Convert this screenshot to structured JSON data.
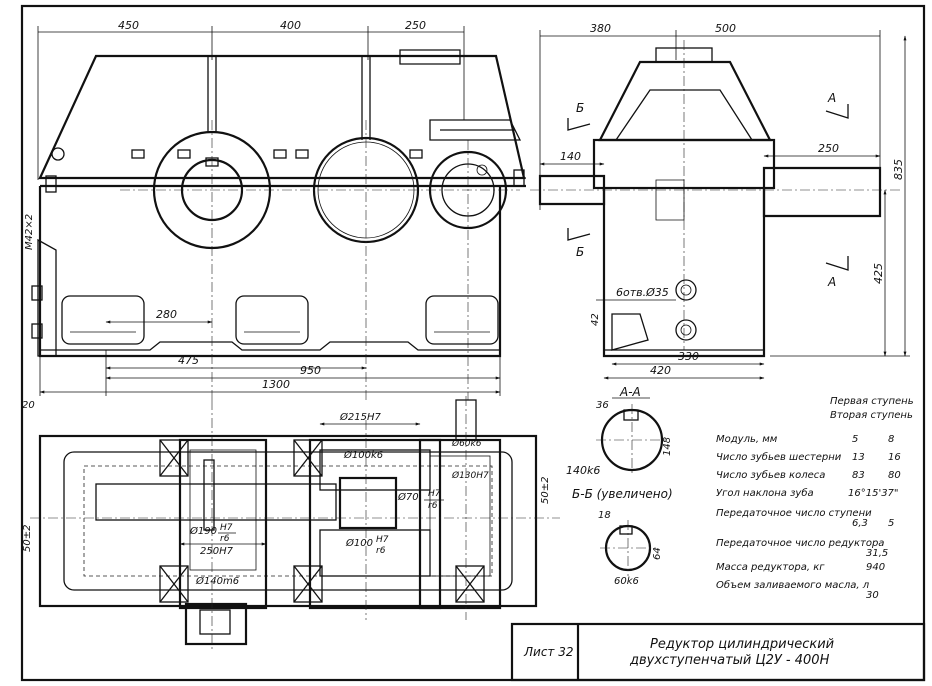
{
  "title_block": {
    "sheet_label": "Лист 32",
    "title_line1": "Редуктор цилиндрический",
    "title_line2": "двухступенчатый Ц2У - 400Н"
  },
  "front_view": {
    "dims_top": [
      "450",
      "400",
      "250"
    ],
    "dims_bottom": [
      "280",
      "475",
      "950",
      "1300"
    ],
    "dim_left_thread": "М42×2",
    "dim_left_offset": "20"
  },
  "side_view": {
    "dims_top": [
      "380",
      "500"
    ],
    "dim_shaft_left": "140",
    "dim_shaft_right": "250",
    "dims_right": [
      "835",
      "425"
    ],
    "holes_label": "6отв.Ø35",
    "dim_42": "42",
    "dims_bottom": [
      "330",
      "420"
    ],
    "section_mark_b": "Б",
    "section_mark_a": "А"
  },
  "plan_view": {
    "labels": [
      "Ø215H7",
      "Ø100k6",
      "Ø60k6",
      "Ø130H7",
      "Ø70",
      "H7",
      "r6",
      "Ø190",
      "H7",
      "r6",
      "250H7",
      "Ø140m6",
      "Ø100",
      "H7",
      "r6",
      "50±2",
      "50±2"
    ]
  },
  "section_aa": {
    "title": "А-А",
    "dims": [
      "36",
      "148",
      "140k6"
    ]
  },
  "section_bb": {
    "title": "Б-Б (увеличено)",
    "dims": [
      "18",
      "64",
      "60k6"
    ]
  },
  "spec_table": {
    "header_col1": "Первая ступень",
    "header_col2": "Вторая ступень",
    "rows": [
      {
        "label": "Модуль, мм",
        "v1": "5",
        "v2": "8"
      },
      {
        "label": "Число зубьев шестерни",
        "v1": "13",
        "v2": "16"
      },
      {
        "label": "Число зубьев колеса",
        "v1": "83",
        "v2": "80"
      },
      {
        "label": "Угол наклона зуба",
        "v1": "16°15'37\"",
        "v2": ""
      },
      {
        "label": "Передаточное число ступени",
        "v1": "6,3",
        "v2": "5"
      },
      {
        "label": "Передаточное число редуктора",
        "v1": "31,5",
        "v2": ""
      },
      {
        "label": "Масса редуктора, кг",
        "v1": "940",
        "v2": ""
      },
      {
        "label": "Объем заливаемого масла, л",
        "v1": "30",
        "v2": ""
      }
    ]
  }
}
